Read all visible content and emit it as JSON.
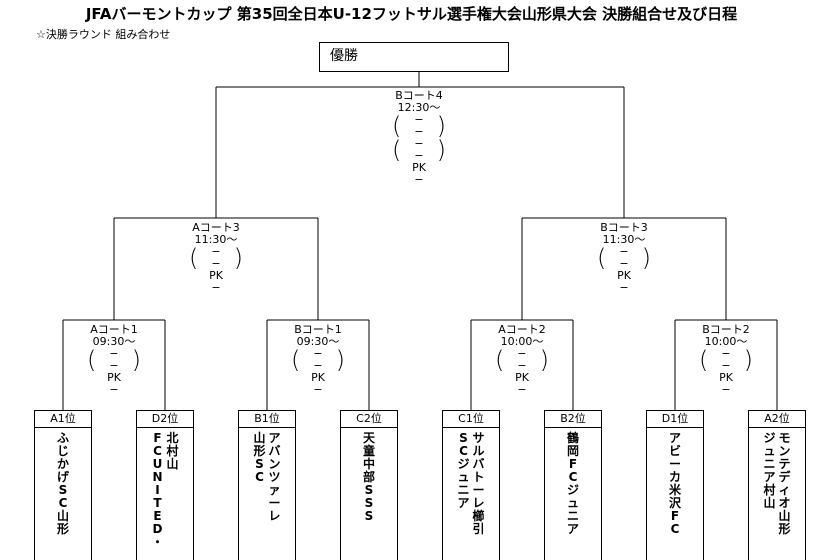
{
  "header": {
    "title": "JFAバーモントカップ 第35回全日本U-12フットサル選手権大会山形県大会 決勝組合せ及び日程",
    "subtitle": "☆決勝ラウンド 組み合わせ"
  },
  "champion_label": "優勝",
  "matches": {
    "final": {
      "court": "Bコート4",
      "time": "12:30〜",
      "score1": "−",
      "score2": "−",
      "score3": "−",
      "score4": "−",
      "pk_label": "PK",
      "pk": "−"
    },
    "semi_a": {
      "court": "Aコート3",
      "time": "11:30〜",
      "score1": "−",
      "score2": "−",
      "pk_label": "PK",
      "pk": "−"
    },
    "semi_b": {
      "court": "Bコート3",
      "time": "11:30〜",
      "score1": "−",
      "score2": "−",
      "pk_label": "PK",
      "pk": "−"
    },
    "qf1": {
      "court": "Aコート1",
      "time": "09:30〜",
      "score1": "−",
      "score2": "−",
      "pk_label": "PK",
      "pk": "−"
    },
    "qf2": {
      "court": "Bコート1",
      "time": "09:30〜",
      "score1": "−",
      "score2": "−",
      "pk_label": "PK",
      "pk": "−"
    },
    "qf3": {
      "court": "Aコート2",
      "time": "10:00〜",
      "score1": "−",
      "score2": "−",
      "pk_label": "PK",
      "pk": "−"
    },
    "qf4": {
      "court": "Bコート2",
      "time": "10:00〜",
      "score1": "−",
      "score2": "−",
      "pk_label": "PK",
      "pk": "−"
    }
  },
  "teams": [
    {
      "seed": "A1位",
      "name_columns": [
        "ふじかげSC山形"
      ]
    },
    {
      "seed": "D2位",
      "name_columns": [
        "北村山",
        "FC UNITED・"
      ]
    },
    {
      "seed": "B1位",
      "name_columns": [
        "アバンツァーレ",
        "山形SC"
      ]
    },
    {
      "seed": "C2位",
      "name_columns": [
        "天童中部SSS"
      ]
    },
    {
      "seed": "C1位",
      "name_columns": [
        "サルバトーレ櫛引",
        "SCジュニア"
      ]
    },
    {
      "seed": "B2位",
      "name_columns": [
        "鶴岡FCジュニア"
      ]
    },
    {
      "seed": "D1位",
      "name_columns": [
        "アビーカ米沢FC"
      ]
    },
    {
      "seed": "A2位",
      "name_columns": [
        "モンテディオ山形",
        "ジュニア村山"
      ]
    }
  ]
}
